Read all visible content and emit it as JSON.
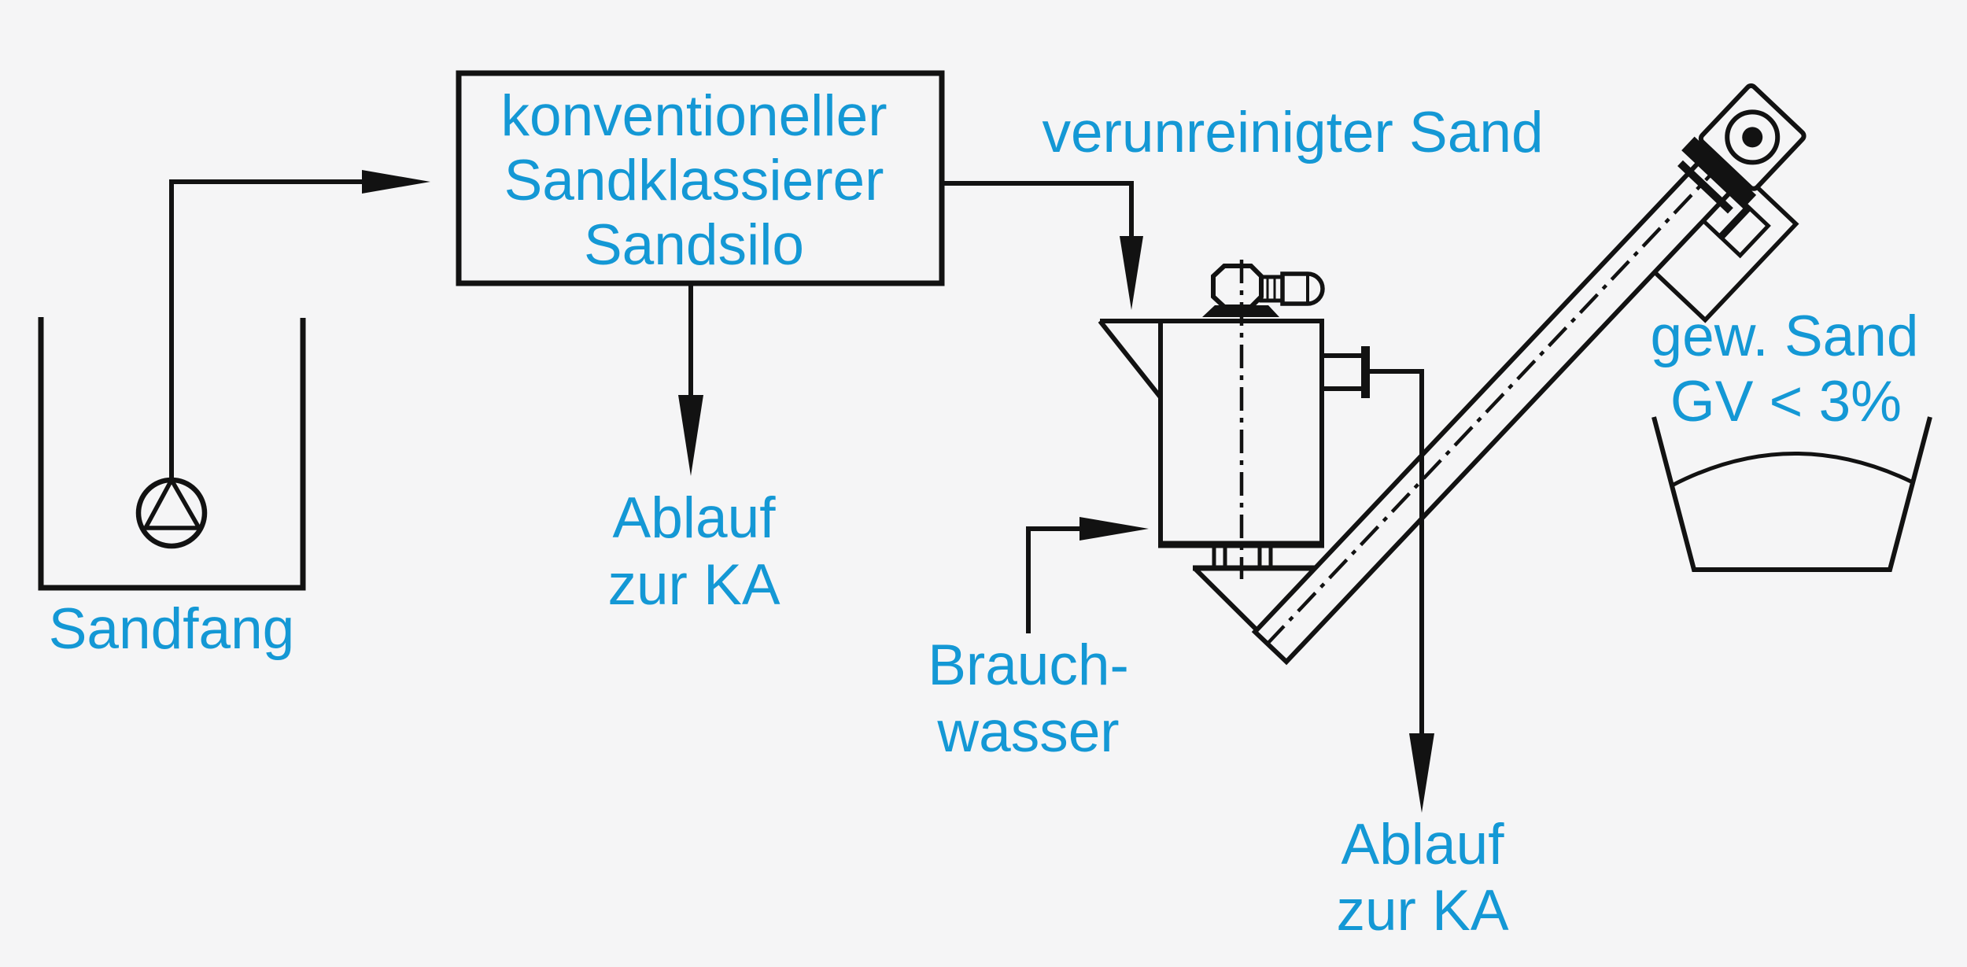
{
  "colors": {
    "label_blue": "#1498d5",
    "line_black": "#121212",
    "background": "#f5f5f6"
  },
  "labels": {
    "sandfang": "Sandfang",
    "classifier_box": {
      "line1": "konventioneller",
      "line2": "Sandklassierer",
      "line3": "Sandsilo"
    },
    "contaminated_sand": "verunreinigter Sand",
    "outflow_left": {
      "line1": "Ablauf",
      "line2": "zur KA"
    },
    "service_water": {
      "line1": "Brauch-",
      "line2": "wasser"
    },
    "outflow_right": {
      "line1": "Ablauf",
      "line2": "zur KA"
    },
    "washed_sand": {
      "line1": "gew. Sand",
      "line2": "GV < 3%"
    }
  }
}
